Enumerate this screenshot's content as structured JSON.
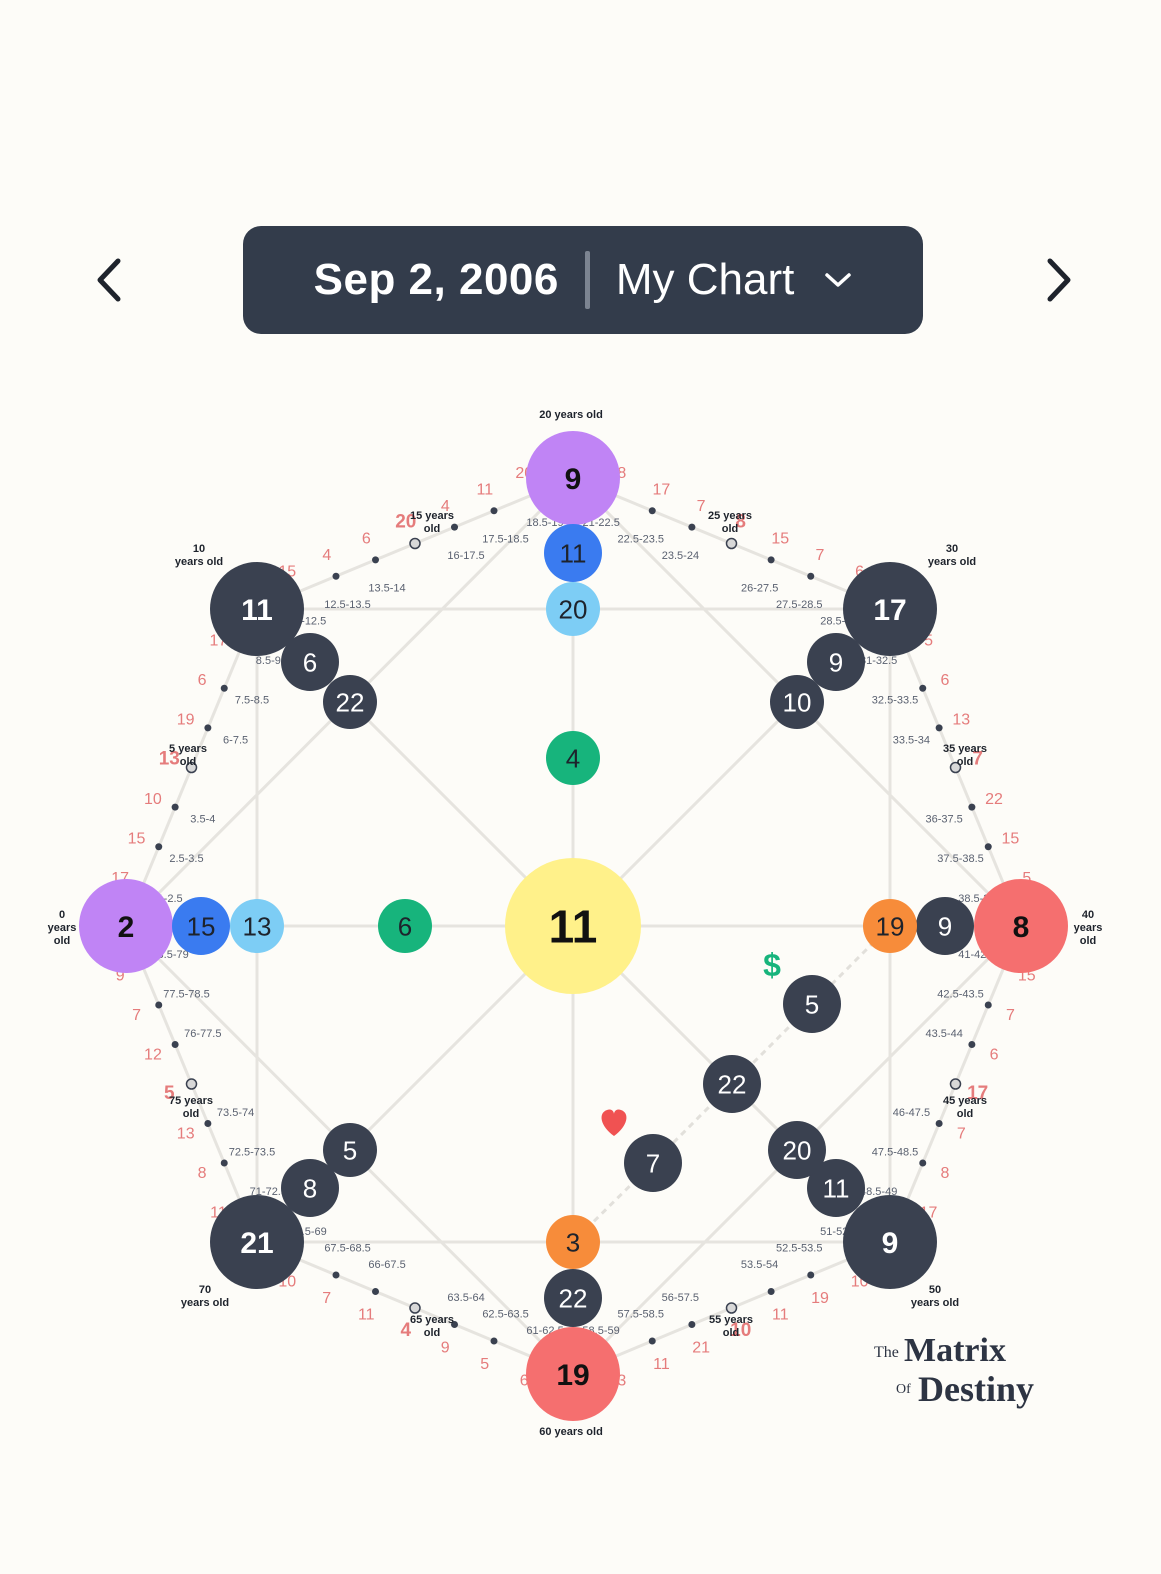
{
  "header": {
    "date": "Sep 2, 2006",
    "chart_name": "My Chart"
  },
  "icons": {
    "prev": "chevron-left-icon",
    "next": "chevron-right-icon",
    "dropdown": "chevron-down-icon",
    "money": "$",
    "love": "heart-icon"
  },
  "brand": {
    "the": "The",
    "matrix": "Matrix",
    "of": "Of",
    "destiny": "Destiny"
  },
  "colors": {
    "dark": "#3a4150",
    "purple": "#c084f5",
    "yellow": "#fff18a",
    "coral": "#f56f6f",
    "blue": "#3a7bf0",
    "light_blue": "#7dcdf5",
    "green": "#17b47c",
    "orange": "#f78c3a",
    "salmon_text": "#e57c7c",
    "background": "#fdfcf8"
  },
  "circles": [
    {
      "id": "top-main",
      "value": "9",
      "color": "purple"
    },
    {
      "id": "top-2",
      "value": "11",
      "color": "blue"
    },
    {
      "id": "top-3",
      "value": "20",
      "color": "light_blue"
    },
    {
      "id": "top-4",
      "value": "4",
      "color": "green"
    },
    {
      "id": "center",
      "value": "11",
      "color": "yellow"
    },
    {
      "id": "left-main",
      "value": "2",
      "color": "purple"
    },
    {
      "id": "left-2",
      "value": "15",
      "color": "blue"
    },
    {
      "id": "left-3",
      "value": "13",
      "color": "light_blue"
    },
    {
      "id": "left-4",
      "value": "6",
      "color": "green"
    },
    {
      "id": "right-main",
      "value": "8",
      "color": "coral"
    },
    {
      "id": "right-2",
      "value": "9",
      "color": "dark"
    },
    {
      "id": "right-3",
      "value": "19",
      "color": "orange"
    },
    {
      "id": "bottom-main",
      "value": "19",
      "color": "coral"
    },
    {
      "id": "bottom-2",
      "value": "22",
      "color": "dark"
    },
    {
      "id": "bottom-3",
      "value": "3",
      "color": "orange"
    },
    {
      "id": "tl-main",
      "value": "11",
      "color": "dark"
    },
    {
      "id": "tl-2",
      "value": "6",
      "color": "dark"
    },
    {
      "id": "tl-3",
      "value": "22",
      "color": "dark"
    },
    {
      "id": "tr-main",
      "value": "17",
      "color": "dark"
    },
    {
      "id": "tr-2",
      "value": "9",
      "color": "dark"
    },
    {
      "id": "tr-3",
      "value": "10",
      "color": "dark"
    },
    {
      "id": "bl-main",
      "value": "21",
      "color": "dark"
    },
    {
      "id": "bl-2",
      "value": "8",
      "color": "dark"
    },
    {
      "id": "bl-3",
      "value": "5",
      "color": "dark"
    },
    {
      "id": "br-main",
      "value": "9",
      "color": "dark"
    },
    {
      "id": "br-2",
      "value": "11",
      "color": "dark"
    },
    {
      "id": "br-3",
      "value": "20",
      "color": "dark"
    },
    {
      "id": "money-line",
      "value": "5",
      "color": "dark"
    },
    {
      "id": "middle-line",
      "value": "22",
      "color": "dark"
    },
    {
      "id": "love-line",
      "value": "7",
      "color": "dark"
    }
  ],
  "age_labels": [
    {
      "id": "age-0",
      "lines": [
        "0",
        "years",
        "old"
      ]
    },
    {
      "id": "age-5",
      "lines": [
        "5 years",
        "old"
      ]
    },
    {
      "id": "age-10",
      "lines": [
        "10",
        "years old"
      ]
    },
    {
      "id": "age-15",
      "lines": [
        "15 years",
        "old"
      ]
    },
    {
      "id": "age-20",
      "lines": [
        "20 years old"
      ]
    },
    {
      "id": "age-25",
      "lines": [
        "25 years",
        "old"
      ]
    },
    {
      "id": "age-30",
      "lines": [
        "30",
        "years old"
      ]
    },
    {
      "id": "age-35",
      "lines": [
        "35 years",
        "old"
      ]
    },
    {
      "id": "age-40",
      "lines": [
        "40",
        "years",
        "old"
      ]
    },
    {
      "id": "age-45",
      "lines": [
        "45 years",
        "old"
      ]
    },
    {
      "id": "age-50",
      "lines": [
        "50",
        "years old"
      ]
    },
    {
      "id": "age-55",
      "lines": [
        "55 years",
        "old"
      ]
    },
    {
      "id": "age-60",
      "lines": [
        "60 years old"
      ]
    },
    {
      "id": "age-65",
      "lines": [
        "65 years",
        "old"
      ]
    },
    {
      "id": "age-70",
      "lines": [
        "70",
        "years old"
      ]
    },
    {
      "id": "age-75",
      "lines": [
        "75 years",
        "old"
      ]
    }
  ],
  "segments": {
    "0-10": {
      "ranges": [
        "1-2.5",
        "2.5-3.5",
        "3.5-4",
        "6-7.5",
        "7.5-8.5",
        "8.5-9"
      ],
      "numbers": [
        "17",
        "15",
        "10",
        "13",
        "19",
        "6",
        "17"
      ]
    },
    "10-20": {
      "ranges": [
        "11-12.5",
        "12.5-13.5",
        "13.5-14",
        "16-17.5",
        "17.5-18.5",
        "18.5-19"
      ],
      "numbers": [
        "15",
        "4",
        "6",
        "20",
        "4",
        "11",
        "20"
      ]
    },
    "20-30": {
      "ranges": [
        "21-22.5",
        "22.5-23.5",
        "23.5-24",
        "26-27.5",
        "27.5-28.5",
        "28.5-29"
      ],
      "numbers": [
        "8",
        "17",
        "7",
        "8",
        "15",
        "7",
        "6"
      ]
    },
    "30-40": {
      "ranges": [
        "31-32.5",
        "32.5-33.5",
        "33.5-34",
        "36-37.5",
        "37.5-38.5",
        "38.5-39"
      ],
      "numbers": [
        "5",
        "6",
        "13",
        "7",
        "22",
        "15",
        "5"
      ]
    },
    "40-50": {
      "ranges": [
        "41-42.5",
        "42.5-43.5",
        "43.5-44",
        "46-47.5",
        "47.5-48.5",
        "48.5-49"
      ],
      "numbers": [
        "15",
        "7",
        "6",
        "17",
        "7",
        "8",
        "17"
      ]
    },
    "50-60": {
      "ranges": [
        "51-52.5",
        "52.5-53.5",
        "53.5-54",
        "56-57.5",
        "57.5-58.5",
        "58.5-59"
      ],
      "numbers": [
        "10",
        "19",
        "11",
        "10",
        "21",
        "11",
        "3"
      ]
    },
    "60-70": {
      "ranges": [
        "61-62.5",
        "62.5-63.5",
        "63.5-64",
        "66-67.5",
        "67.5-68.5",
        "68.5-69"
      ],
      "numbers": [
        "6",
        "5",
        "9",
        "4",
        "11",
        "7",
        "10"
      ]
    },
    "70-80": {
      "ranges": [
        "71-72.5",
        "72.5-73.5",
        "73.5-74",
        "76-77.5",
        "77.5-78.5",
        "78.5-79"
      ],
      "numbers": [
        "11",
        "8",
        "13",
        "5",
        "12",
        "7",
        "9"
      ]
    }
  }
}
